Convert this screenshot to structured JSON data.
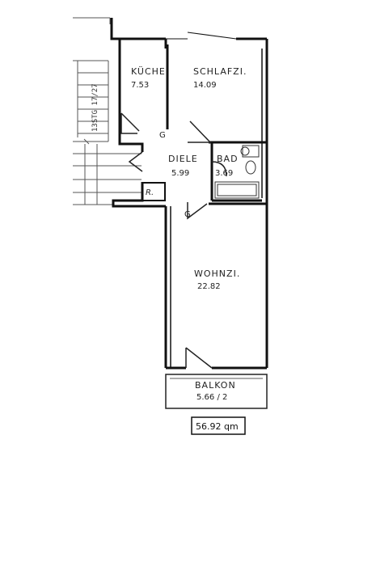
{
  "rooms": {
    "kueche": {
      "label": "KÜCHE",
      "area": "7.53"
    },
    "schlafzi": {
      "label": "SCHLAFZI.",
      "area": "14.09"
    },
    "diele": {
      "label": "DIELE",
      "area": "5.99"
    },
    "bad": {
      "label": "BAD",
      "area": "3.69"
    },
    "wohnzi": {
      "label": "WOHNZI.",
      "area": "22.82"
    },
    "balkon": {
      "label": "BALKON",
      "area": "5.66 / 2"
    }
  },
  "annotations": {
    "door_g": "G",
    "closet": "R.",
    "stair_note": "13STG 17/27"
  },
  "total": "56.92 qm"
}
